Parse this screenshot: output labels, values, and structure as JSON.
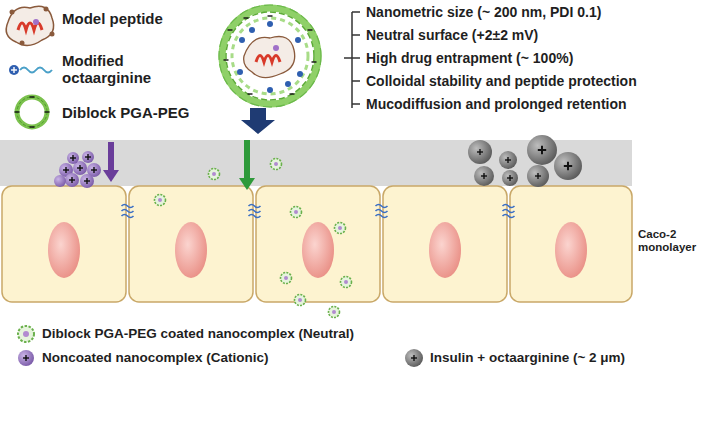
{
  "diagram": {
    "labels": [
      "Nanometric size (~ 200 nm, PDI 0.1)",
      "Neutral surface (+2±2 mV)",
      "High drug entrapment (~ 100%)",
      "Colloidal stability and peptide protection",
      "Mucodiffusion and prolonged retention",
      "Caco-2 monolayer"
    ],
    "legend": [
      {
        "text": "Model peptide"
      },
      {
        "text": "Modified octaarginine"
      },
      {
        "text": "Diblock PGA-PEG"
      },
      {
        "text": "Diblock PGA-PEG coated nanocomplex (Neutral)"
      },
      {
        "text": "Noncoated nanocomplex (Cationic)"
      },
      {
        "text": "Insulin + octaarginine (~ 2 μm)"
      }
    ]
  }
}
